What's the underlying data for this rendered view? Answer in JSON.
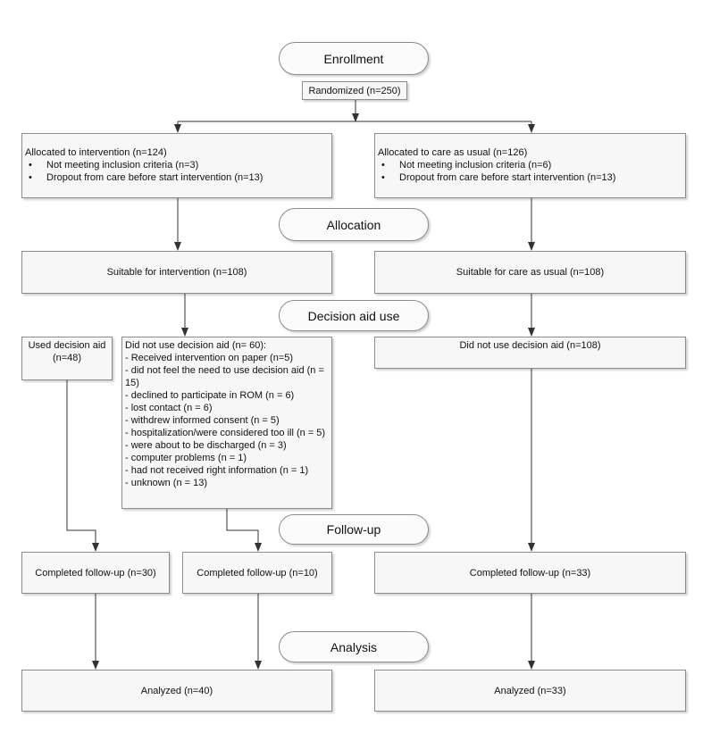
{
  "stages": {
    "enrollment": "Enrollment",
    "allocation": "Allocation",
    "decision_aid_use": "Decision aid use",
    "follow_up": "Follow-up",
    "analysis": "Analysis"
  },
  "randomized": "Randomized (n=250)",
  "intervention": {
    "allocated": "Allocated to intervention (n=124)",
    "bullets": [
      "Not meeting inclusion criteria (n=3)",
      "Dropout from care before start intervention (n=13)"
    ],
    "suitable": "Suitable for intervention (n=108)",
    "used": "Used decision aid (n=48)",
    "not_used_title": "Did not use decision aid (n= 60):",
    "not_used_items": [
      "- Received intervention on paper (n=5)",
      "- did not feel the need to use decision aid (n = 15)",
      "- declined to participate in ROM (n = 6)",
      "- lost contact (n = 6)",
      "- withdrew informed consent (n = 5)",
      "- hospitalization/were considered too ill (n = 5)",
      "- were about to be discharged (n = 3)",
      "- computer problems (n = 1)",
      "- had not received right information (n = 1)",
      "- unknown (n = 13)"
    ],
    "completed_used": "Completed follow-up (n=30)",
    "completed_not_used": "Completed follow-up (n=10)",
    "analyzed": "Analyzed (n=40)"
  },
  "care_as_usual": {
    "allocated": "Allocated to care as usual (n=126)",
    "bullets": [
      "Not meeting inclusion criteria (n=6)",
      "Dropout from care before start intervention (n=13)"
    ],
    "suitable": "Suitable for care as usual (n=108)",
    "not_used": "Did not use decision aid (n=108)",
    "completed": "Completed follow-up (n=33)",
    "analyzed": "Analyzed (n=33)"
  }
}
